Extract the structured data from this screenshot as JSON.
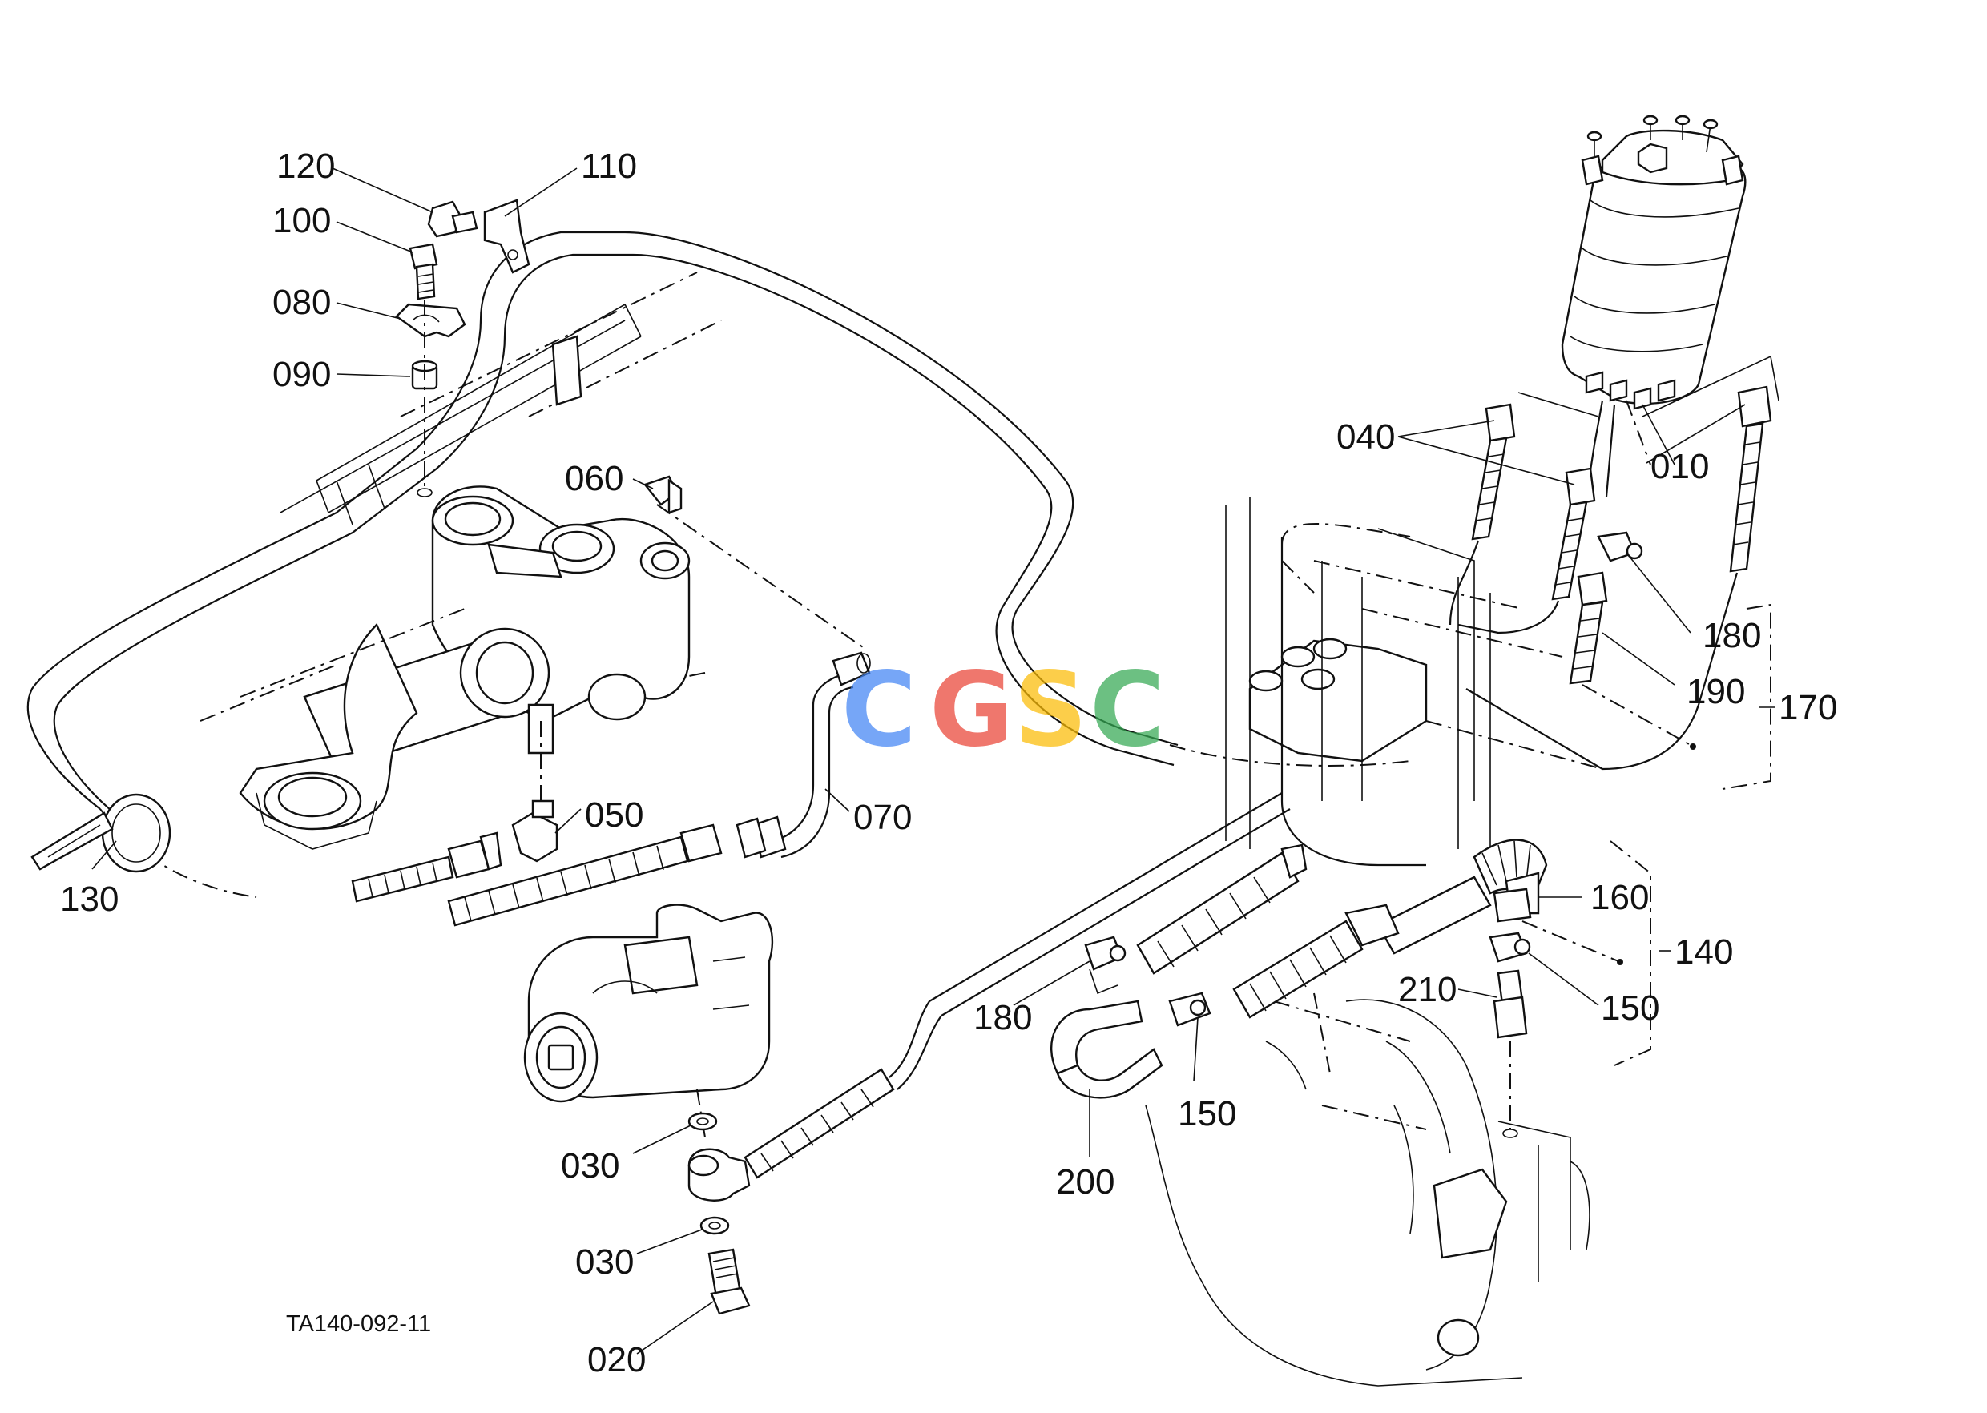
{
  "diagram": {
    "code": "TA140-092-11",
    "watermark": {
      "letters": [
        "C",
        "G",
        "S",
        "C"
      ],
      "colors": [
        "#4285f4",
        "#ea4335",
        "#fbbc05",
        "#34a853"
      ]
    },
    "labels": {
      "l010": "010",
      "l020": "020",
      "l030a": "030",
      "l030b": "030",
      "l040": "040",
      "l050": "050",
      "l060": "060",
      "l070": "070",
      "l080": "080",
      "l090": "090",
      "l100": "100",
      "l110": "110",
      "l120": "120",
      "l130": "130",
      "l140": "140",
      "l150a": "150",
      "l150b": "150",
      "l160": "160",
      "l170": "170",
      "l180a": "180",
      "l180b": "180",
      "l190": "190",
      "l200": "200",
      "l210": "210"
    }
  }
}
